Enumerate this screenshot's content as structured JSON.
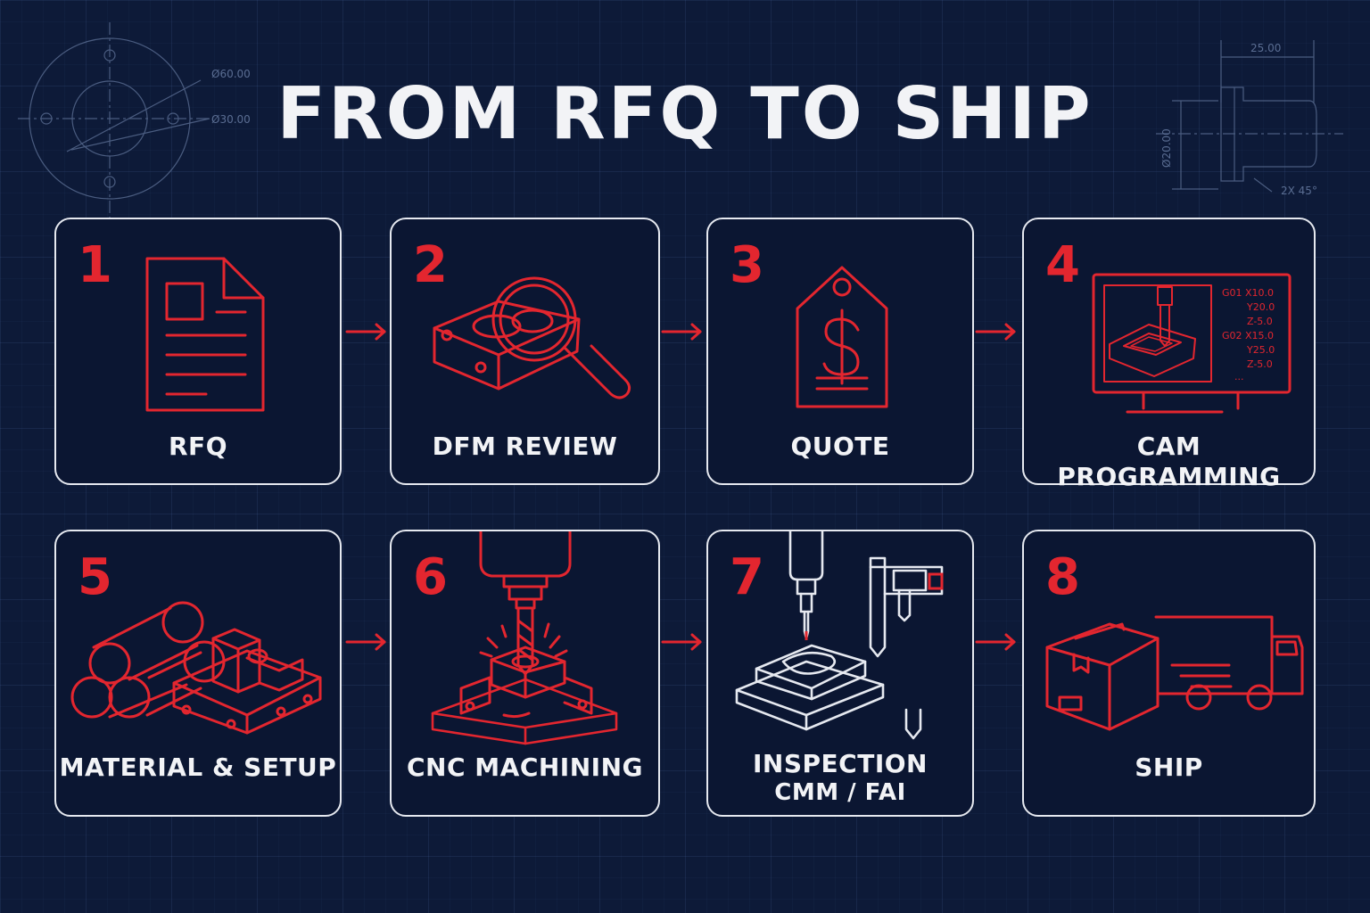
{
  "title": "FROM RFQ TO SHIP",
  "colors": {
    "background": "#0d1a38",
    "accent": "#e3262f",
    "line": "#e6e9f0"
  },
  "steps": [
    {
      "number": "1",
      "label": "RFQ",
      "icon": "document-icon"
    },
    {
      "number": "2",
      "label": "DFM REVIEW",
      "icon": "magnifier-part-icon"
    },
    {
      "number": "3",
      "label": "QUOTE",
      "icon": "price-tag-icon"
    },
    {
      "number": "4",
      "label": "CAM PROGRAMMING",
      "icon": "cam-monitor-icon",
      "gcode": [
        "G01  X10.0",
        "Y20.0",
        "Z-5.0",
        "G02  X15.0",
        "Y25.0",
        "Z-5.0",
        "..."
      ]
    },
    {
      "number": "5",
      "label": "MATERIAL & SETUP",
      "icon": "stock-vise-icon"
    },
    {
      "number": "6",
      "label": "CNC MACHINING",
      "icon": "spindle-cutting-icon"
    },
    {
      "number": "7",
      "label": "INSPECTION",
      "label2": "CMM / FAI",
      "icon": "cmm-caliper-icon"
    },
    {
      "number": "8",
      "label": "SHIP",
      "icon": "box-truck-icon"
    }
  ],
  "drawings": {
    "flange": {
      "dim_outer": "Ø60.00",
      "dim_inner": "Ø30.00"
    },
    "shaft": {
      "length": "25.00",
      "diameter": "Ø20.00",
      "chamfer": "2X 45°"
    }
  }
}
